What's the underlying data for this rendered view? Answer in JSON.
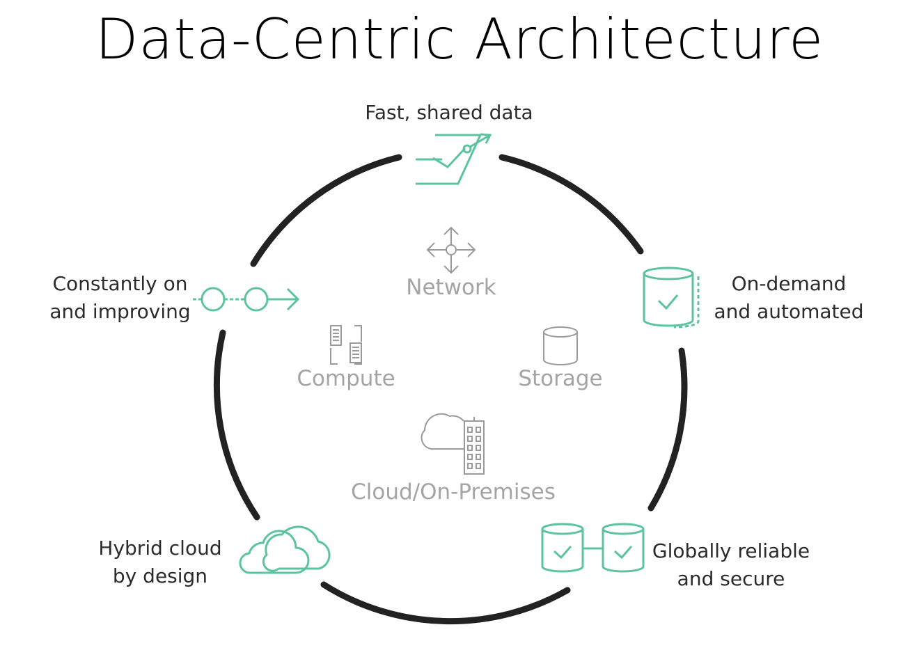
{
  "title": "Data-Centric Architecture",
  "outer_items": [
    {
      "id": "fast-shared-data",
      "lines": [
        "Fast, shared data"
      ],
      "icon": "chart-trend-icon"
    },
    {
      "id": "on-demand",
      "lines": [
        "On-demand",
        "and automated"
      ],
      "icon": "database-check-icon"
    },
    {
      "id": "global",
      "lines": [
        "Globally reliable",
        "and secure"
      ],
      "icon": "replicated-database-icon"
    },
    {
      "id": "hybrid-cloud",
      "lines": [
        "Hybrid cloud",
        "by design"
      ],
      "icon": "cloud-icon"
    },
    {
      "id": "constantly-on",
      "lines": [
        "Constantly on",
        "and improving"
      ],
      "icon": "pipeline-arrow-icon"
    }
  ],
  "inner_items": [
    {
      "id": "network",
      "label": "Network",
      "icon": "network-arrows-icon"
    },
    {
      "id": "compute",
      "label": "Compute",
      "icon": "server-icon"
    },
    {
      "id": "storage",
      "label": "Storage",
      "icon": "cylinder-icon"
    },
    {
      "id": "cloud-onprem",
      "label": "Cloud/On-Premises",
      "icon": "cloud-building-icon"
    }
  ],
  "colors": {
    "text": "#2b2b2b",
    "accent": "#5cc3a0",
    "ring": "#222222",
    "muted": "#a4a4a4"
  }
}
